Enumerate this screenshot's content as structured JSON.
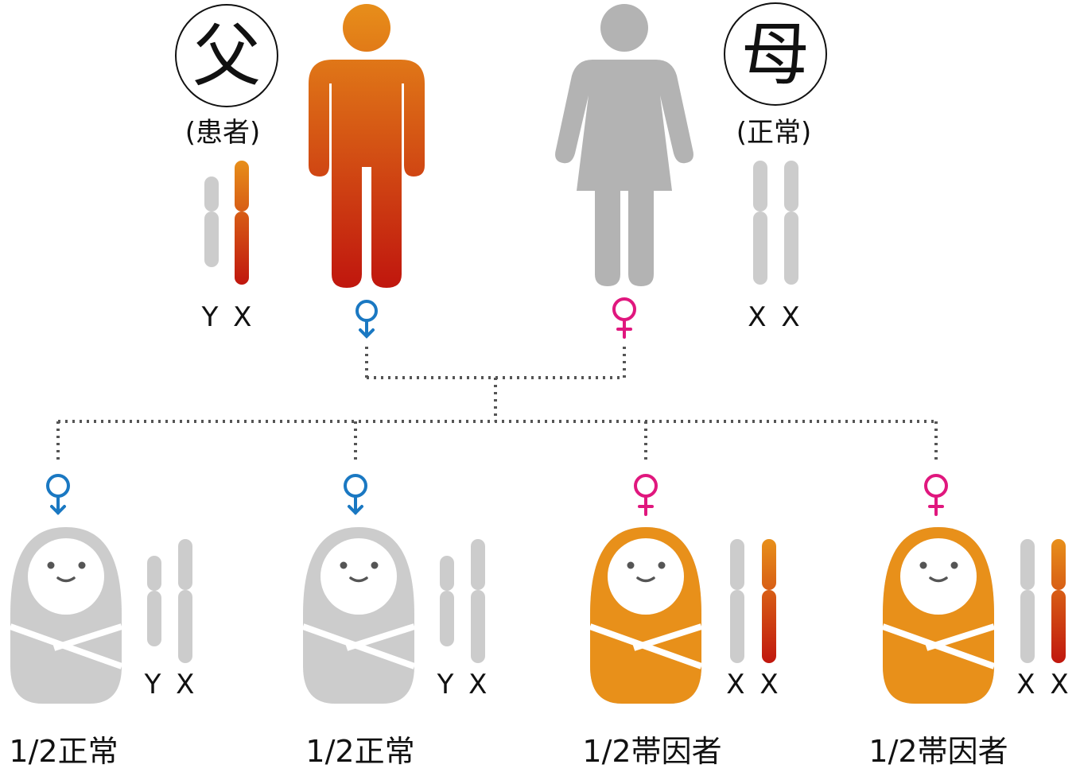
{
  "parents": {
    "father": {
      "circle_label": "父",
      "status": "(患者)",
      "chromosomes": "Y X"
    },
    "mother": {
      "circle_label": "母",
      "status": "(正常)",
      "chromosomes": "X X"
    }
  },
  "children": [
    {
      "chromosomes": "Y X",
      "outcome": "1/2正常"
    },
    {
      "chromosomes": "Y X",
      "outcome": "1/2正常"
    },
    {
      "chromosomes": "X X",
      "outcome": "1/2帯因者"
    },
    {
      "chromosomes": "X X",
      "outcome": "1/2帯因者"
    }
  ],
  "colors": {
    "affected_top": "#e8901a",
    "affected_bottom": "#c0160e",
    "normal_gray": "#b3b3b3",
    "chromosome_gray": "#cccccc",
    "male_symbol": "#1a78c2",
    "female_symbol": "#e0177e",
    "connector": "#555555"
  },
  "icons": {
    "father_figure": "male-person-icon",
    "mother_figure": "female-person-icon",
    "baby": "swaddled-baby-icon",
    "male_symbol": "male-symbol-icon",
    "female_symbol": "female-symbol-icon"
  }
}
